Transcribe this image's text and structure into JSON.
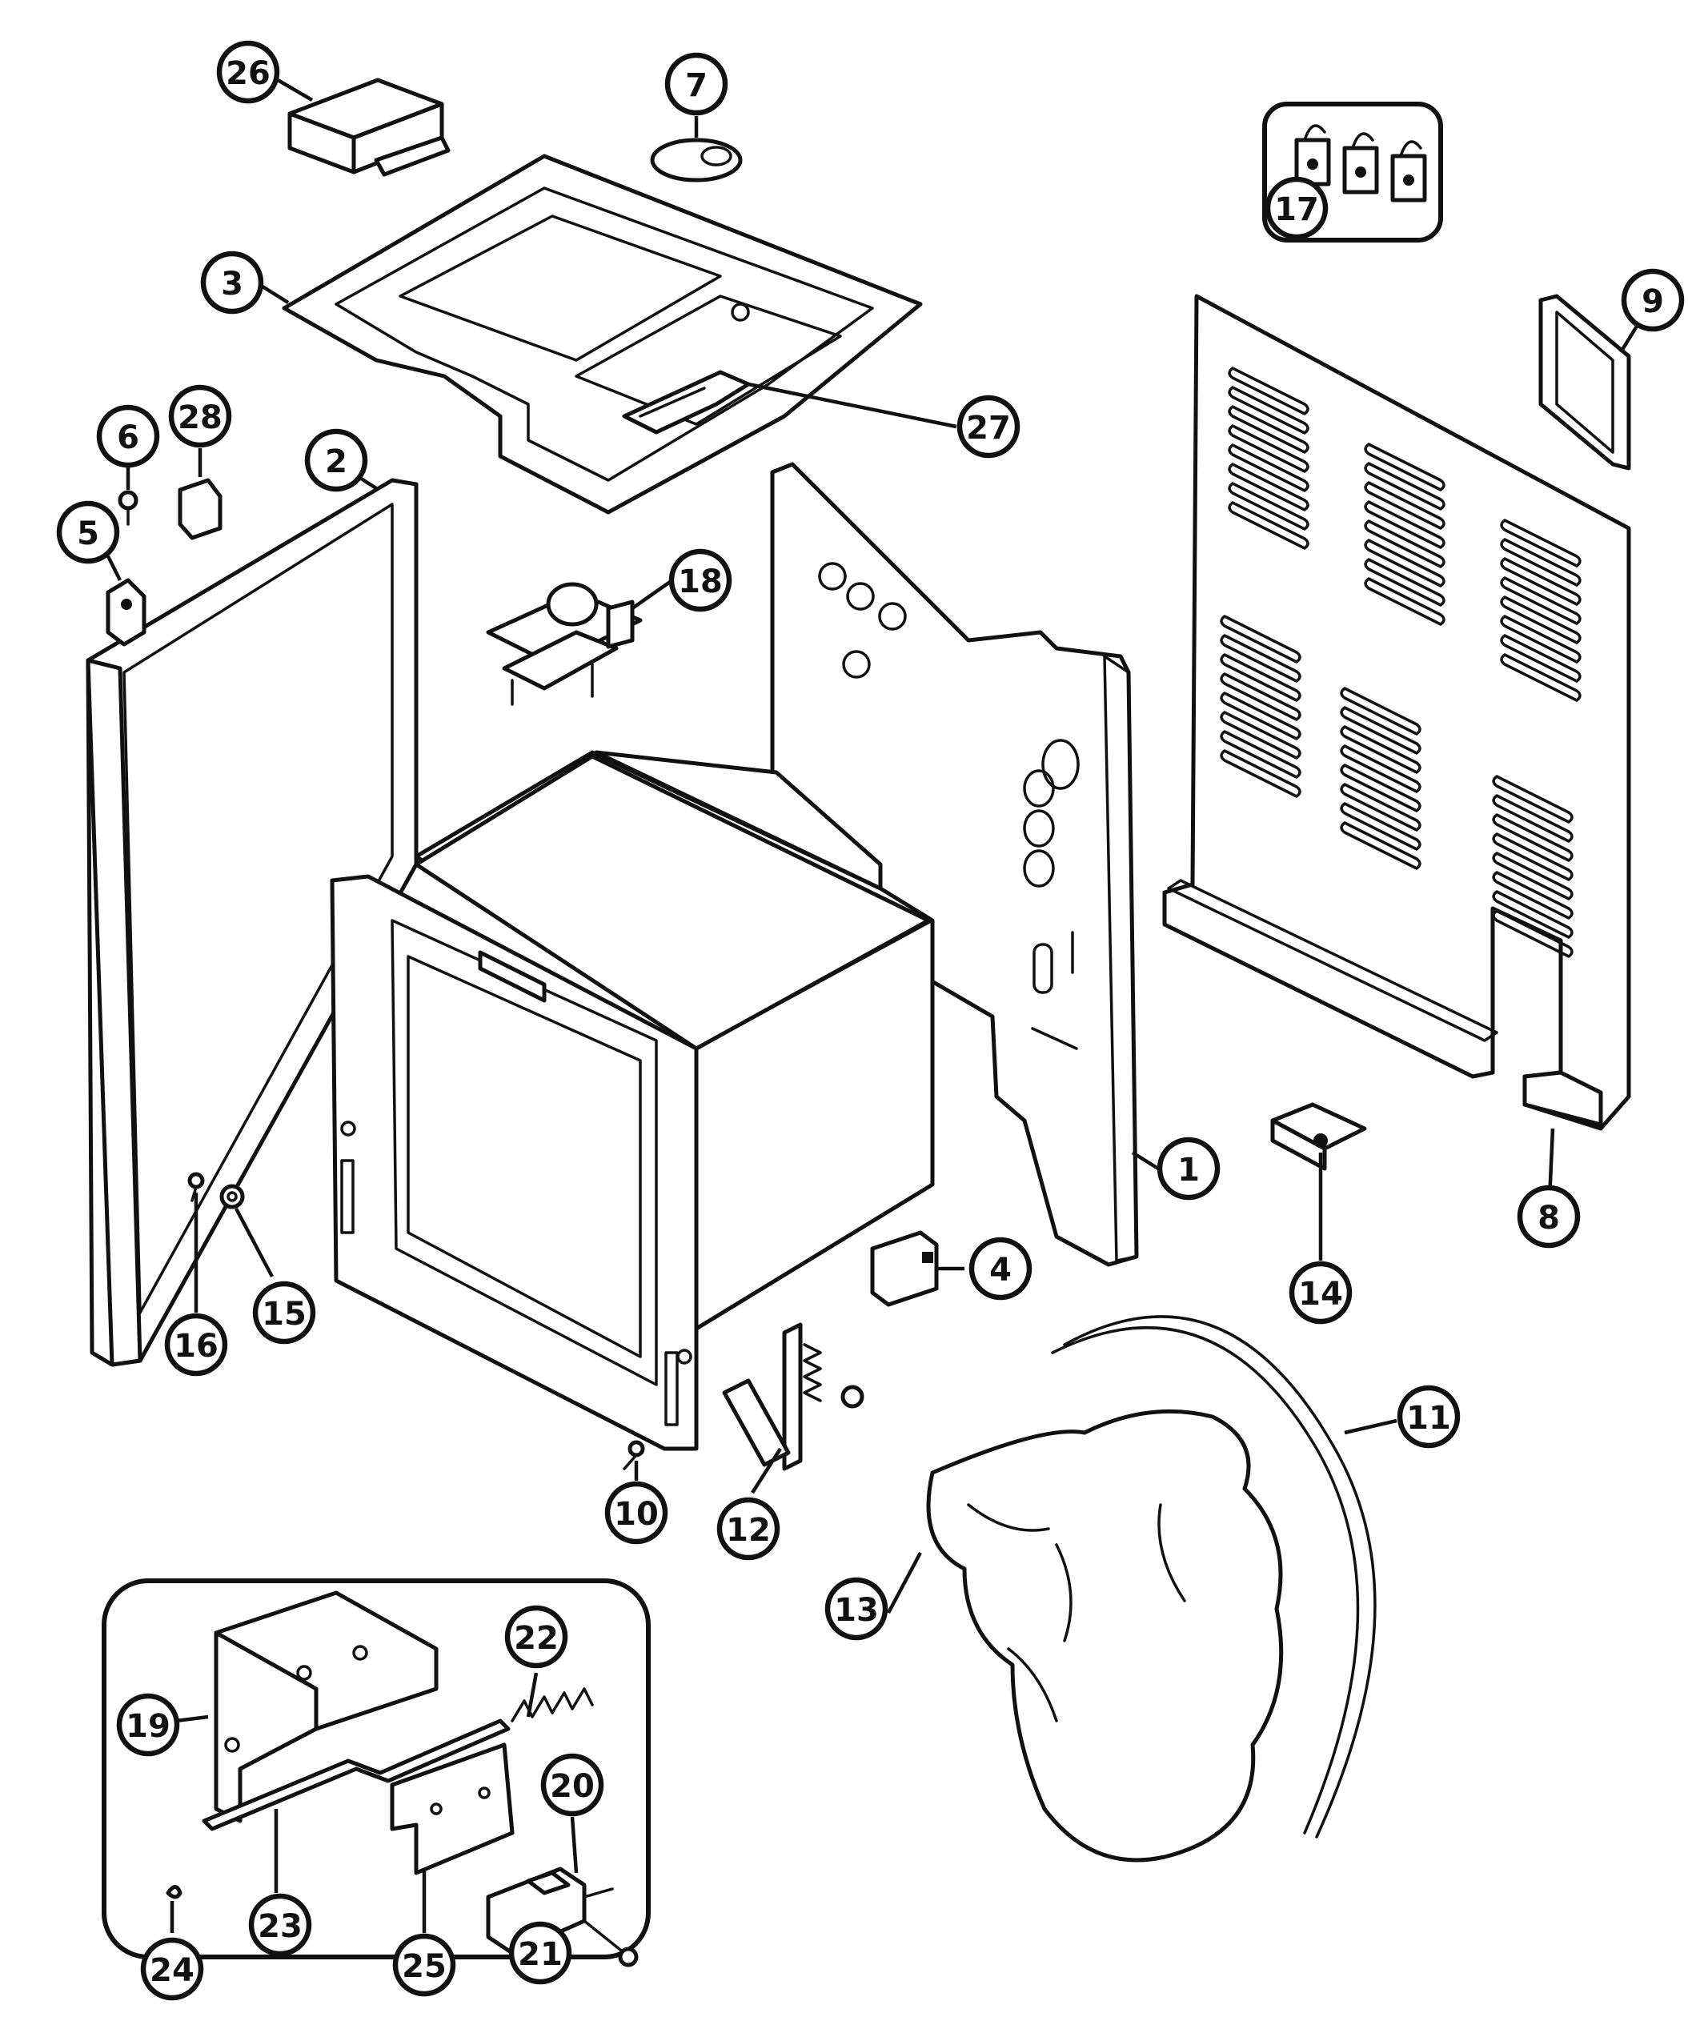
{
  "diagram": {
    "type": "exploded-parts-diagram",
    "colors": {
      "ink": "#111111",
      "paper": "#ffffff"
    },
    "callouts": [
      {
        "id": "1",
        "label": "1"
      },
      {
        "id": "2",
        "label": "2"
      },
      {
        "id": "3",
        "label": "3"
      },
      {
        "id": "4",
        "label": "4"
      },
      {
        "id": "5",
        "label": "5"
      },
      {
        "id": "6",
        "label": "6"
      },
      {
        "id": "7",
        "label": "7"
      },
      {
        "id": "8",
        "label": "8"
      },
      {
        "id": "9",
        "label": "9"
      },
      {
        "id": "10",
        "label": "10"
      },
      {
        "id": "11",
        "label": "11"
      },
      {
        "id": "12",
        "label": "12"
      },
      {
        "id": "13",
        "label": "13"
      },
      {
        "id": "14",
        "label": "14"
      },
      {
        "id": "15",
        "label": "15"
      },
      {
        "id": "16",
        "label": "16"
      },
      {
        "id": "17",
        "label": "17"
      },
      {
        "id": "18",
        "label": "18"
      },
      {
        "id": "19",
        "label": "19"
      },
      {
        "id": "20",
        "label": "20"
      },
      {
        "id": "21",
        "label": "21"
      },
      {
        "id": "22",
        "label": "22"
      },
      {
        "id": "23",
        "label": "23"
      },
      {
        "id": "24",
        "label": "24"
      },
      {
        "id": "25",
        "label": "25"
      },
      {
        "id": "26",
        "label": "26"
      },
      {
        "id": "27",
        "label": "27"
      },
      {
        "id": "28",
        "label": "28"
      }
    ]
  }
}
